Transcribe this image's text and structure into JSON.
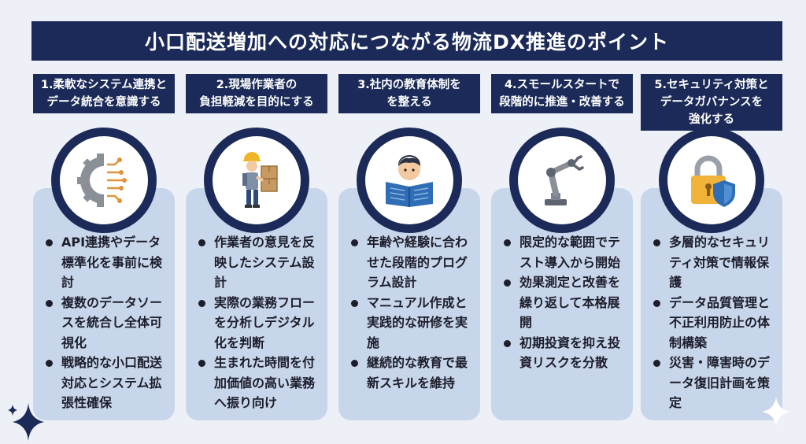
{
  "title": "小口配送増加への対応につながる物流DX推進のポイント",
  "columns": [
    {
      "heading": [
        "1.柔軟なシステム連携と",
        "データ統合を意識する"
      ],
      "icon": "gear-circuit-icon",
      "bullets": [
        "API連携やデータ標準化を事前に検討",
        "複数のデータソースを統合し全体可視化",
        "戦略的な小口配送対応とシステム拡張性確保"
      ]
    },
    {
      "heading": [
        "2.現場作業者の",
        "負担軽減を目的にする"
      ],
      "icon": "worker-carrying-boxes-icon",
      "bullets": [
        "作業者の意見を反映したシステム設計",
        "実際の業務フローを分析しデジタル化を判断",
        "生まれた時間を付加価値の高い業務へ振り向け"
      ]
    },
    {
      "heading": [
        "3.社内の教育体制を",
        "を整える"
      ],
      "icon": "person-reading-book-icon",
      "bullets": [
        "年齢や経験に合わせた段階的プログラム設計",
        "マニュアル作成と実践的な研修を実施",
        "継続的な教育で最新スキルを維持"
      ]
    },
    {
      "heading": [
        "4.スモールスタートで",
        "段階的に推進・改善する"
      ],
      "icon": "robot-arm-icon",
      "bullets": [
        "限定的な範囲でテスト導入から開始",
        "効果測定と改善を繰り返して本格展開",
        "初期投資を抑え投資リスクを分散"
      ]
    },
    {
      "heading": [
        "5.セキュリティ対策と",
        "データガバナンスを",
        "強化する"
      ],
      "icon": "padlock-shield-icon",
      "bullets": [
        "多層的なセキュリティ対策で情報保護",
        "データ品質管理と不正利用防止の体制構築",
        "災害・障害時のデータ復旧計画を策定"
      ]
    }
  ],
  "colors": {
    "navy": "#1b2a58",
    "card": "#c7d6ea",
    "background": "#eef0f7"
  }
}
